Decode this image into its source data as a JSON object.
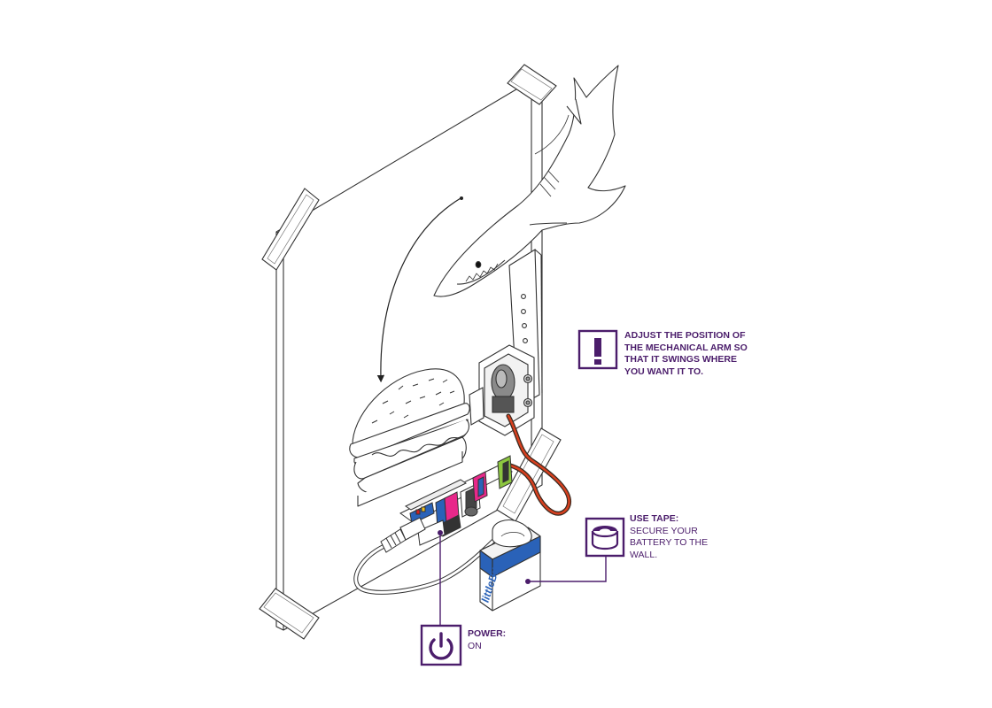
{
  "callouts": {
    "adjust": {
      "icon": "exclamation-icon",
      "lines": [
        "ADJUST THE POSITION OF",
        "THE MECHANICAL ARM SO",
        "THAT IT SWINGS WHERE",
        "YOU WANT IT TO."
      ]
    },
    "tape": {
      "icon": "tape-roll-icon",
      "title": "USE TAPE:",
      "lines": [
        "SECURE YOUR",
        "BATTERY TO THE",
        "WALL."
      ]
    },
    "power": {
      "icon": "power-icon",
      "title": "POWER:",
      "value": "ON"
    }
  },
  "battery": {
    "brand": "littleBits"
  },
  "colors": {
    "callout_purple": "#4b1d6b",
    "line": "#333333",
    "bit_pink": "#e8288a",
    "bit_blue": "#2a62b8",
    "bit_green": "#8cc63f",
    "wire_red": "#d8401f",
    "battery_blue": "#2a62b8"
  },
  "illustration": {
    "items": [
      "wall-panel",
      "tape-strip",
      "shark",
      "burger",
      "servo-motor",
      "mechanical-arm",
      "swing-arrow",
      "littlebits-circuit",
      "battery",
      "power-cable"
    ]
  }
}
